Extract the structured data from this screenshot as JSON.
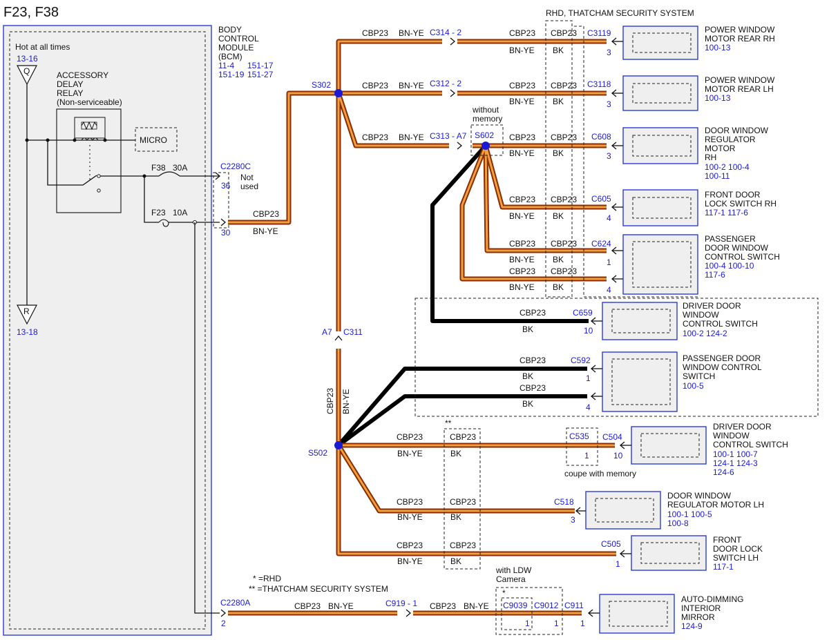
{
  "title": "F23, F38",
  "bcm": {
    "label_lines": [
      "BODY",
      "CONTROL",
      "MODULE",
      "(BCM)"
    ],
    "refs_1": "11-4",
    "refs_2": "151-17",
    "refs_3": "151-19",
    "refs_4": "151-27",
    "hot": "Hot at all times",
    "hot_ref": "13-16",
    "q": "Q",
    "r": "R",
    "r_ref": "13-18",
    "relay_lines": [
      "ACCESSORY",
      "DELAY",
      "RELAY",
      "(Non-serviceable)"
    ],
    "micro": "MICRO",
    "f38": "F38",
    "f38_amp": "30A",
    "f23": "F23",
    "f23_amp": "10A"
  },
  "connectors": {
    "c2280c": "C2280C",
    "c2280c_pin": "36",
    "not_used": [
      "Not",
      "used"
    ],
    "c2280c_30": "30",
    "c2280a": "C2280A",
    "c2280a_pin": "2",
    "c314": "C314 - 2",
    "c312": "C312 - 2",
    "c313": "C313 - A7",
    "s302": "S302",
    "s602": "S602",
    "s502": "S502",
    "without_memory": [
      "without",
      "memory"
    ],
    "a7": "A7",
    "c311": "C311",
    "c919": "C919 - 1",
    "c9039": "C9039",
    "c9012": "C9012",
    "c911": "C911",
    "c535": "C535",
    "c535_pin": "1",
    "coupe": "coupe with memory",
    "with_ldw": [
      "with LDW",
      "Camera"
    ],
    "star": "*",
    "double_star": "**",
    "pin1": "1"
  },
  "wire": {
    "circuit": "CBP23",
    "color_bnye": "BN-YE",
    "color_bk": "BK"
  },
  "rhd_label": "RHD, THATCHAM SECURITY SYSTEM",
  "legend": {
    "rhd": "* =RHD",
    "thatcham": "** =THATCHAM SECURITY SYSTEM"
  },
  "components": [
    {
      "conn": "C3119",
      "pin": "3",
      "lines": [
        "POWER WINDOW",
        "MOTOR REAR RH"
      ],
      "refs": [
        "100-13"
      ]
    },
    {
      "conn": "C3118",
      "pin": "3",
      "lines": [
        "POWER WINDOW",
        "MOTOR REAR LH"
      ],
      "refs": [
        "100-13"
      ]
    },
    {
      "conn": "C608",
      "pin": "3",
      "lines": [
        "DOOR WINDOW",
        "REGULATOR",
        "MOTOR",
        "RH"
      ],
      "refs": [
        "100-2   100-4",
        "100-11"
      ]
    },
    {
      "conn": "C605",
      "pin": "4",
      "lines": [
        "FRONT DOOR",
        "LOCK SWITCH RH"
      ],
      "refs": [
        "117-1   117-6"
      ]
    },
    {
      "conn": "C624",
      "pin": "1",
      "pin2": "4",
      "lines": [
        "PASSENGER",
        "DOOR WINDOW",
        "CONTROL SWITCH"
      ],
      "refs": [
        "100-4    100-10",
        "117-6"
      ]
    },
    {
      "conn": "C659",
      "pin": "10",
      "lines": [
        "DRIVER DOOR",
        "WINDOW",
        "CONTROL SWITCH"
      ],
      "refs": [
        "100-2   124-2"
      ]
    },
    {
      "conn": "C592",
      "pin": "1",
      "pin2": "4",
      "lines": [
        "PASSENGER DOOR",
        "WINDOW CONTROL",
        "SWITCH"
      ],
      "refs": [
        "100-5"
      ]
    },
    {
      "conn": "C504",
      "pin": "10",
      "lines": [
        "DRIVER DOOR",
        "WINDOW",
        "CONTROL SWITCH"
      ],
      "refs": [
        "100-1   100-7",
        "124-1   124-3",
        "124-6"
      ]
    },
    {
      "conn": "C518",
      "pin": "3",
      "lines": [
        "DOOR WINDOW",
        "REGULATOR MOTOR LH"
      ],
      "refs": [
        "100-1   100-5",
        "100-8"
      ]
    },
    {
      "conn": "C505",
      "pin": "1",
      "lines": [
        "FRONT",
        "DOOR LOCK",
        "SWITCH LH"
      ],
      "refs": [
        "117-1"
      ]
    },
    {
      "conn": "C911",
      "pin": "1",
      "lines": [
        "AUTO-DIMMING",
        "INTERIOR",
        "MIRROR"
      ],
      "refs": [
        "124-9"
      ]
    }
  ]
}
